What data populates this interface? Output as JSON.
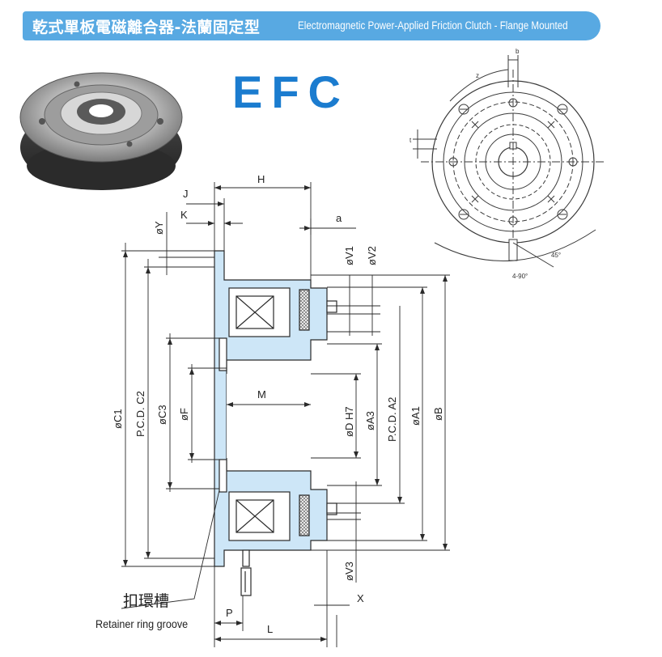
{
  "header": {
    "title_zh": "乾式單板電磁離合器-法蘭固定型",
    "title_en": "Electromagnetic Power-Applied Friction Clutch - Flange Mounted",
    "accent_color": "#58a9e2"
  },
  "model": "EFC",
  "front_view": {
    "labels": {
      "b": "b",
      "z": "z",
      "t": "t",
      "angle": "45°",
      "holes": "4-90°"
    }
  },
  "section_view": {
    "dims": {
      "H": "H",
      "J": "J",
      "K": "K",
      "Y": "øY",
      "a": "a",
      "V1": "øV1",
      "V2": "øV2",
      "C1": "øC1",
      "C2": "P.C.D. C2",
      "C3": "øC3",
      "F": "øF",
      "M": "M",
      "D": "øD H7",
      "A3": "øA3",
      "A2": "P.C.D. A2",
      "A1": "øA1",
      "B": "øB",
      "V3": "øV3",
      "X": "X",
      "P": "P",
      "L": "L"
    },
    "callout_zh": "扣環槽",
    "callout_en": "Retainer ring groove",
    "body_color": "#cde6f7"
  }
}
